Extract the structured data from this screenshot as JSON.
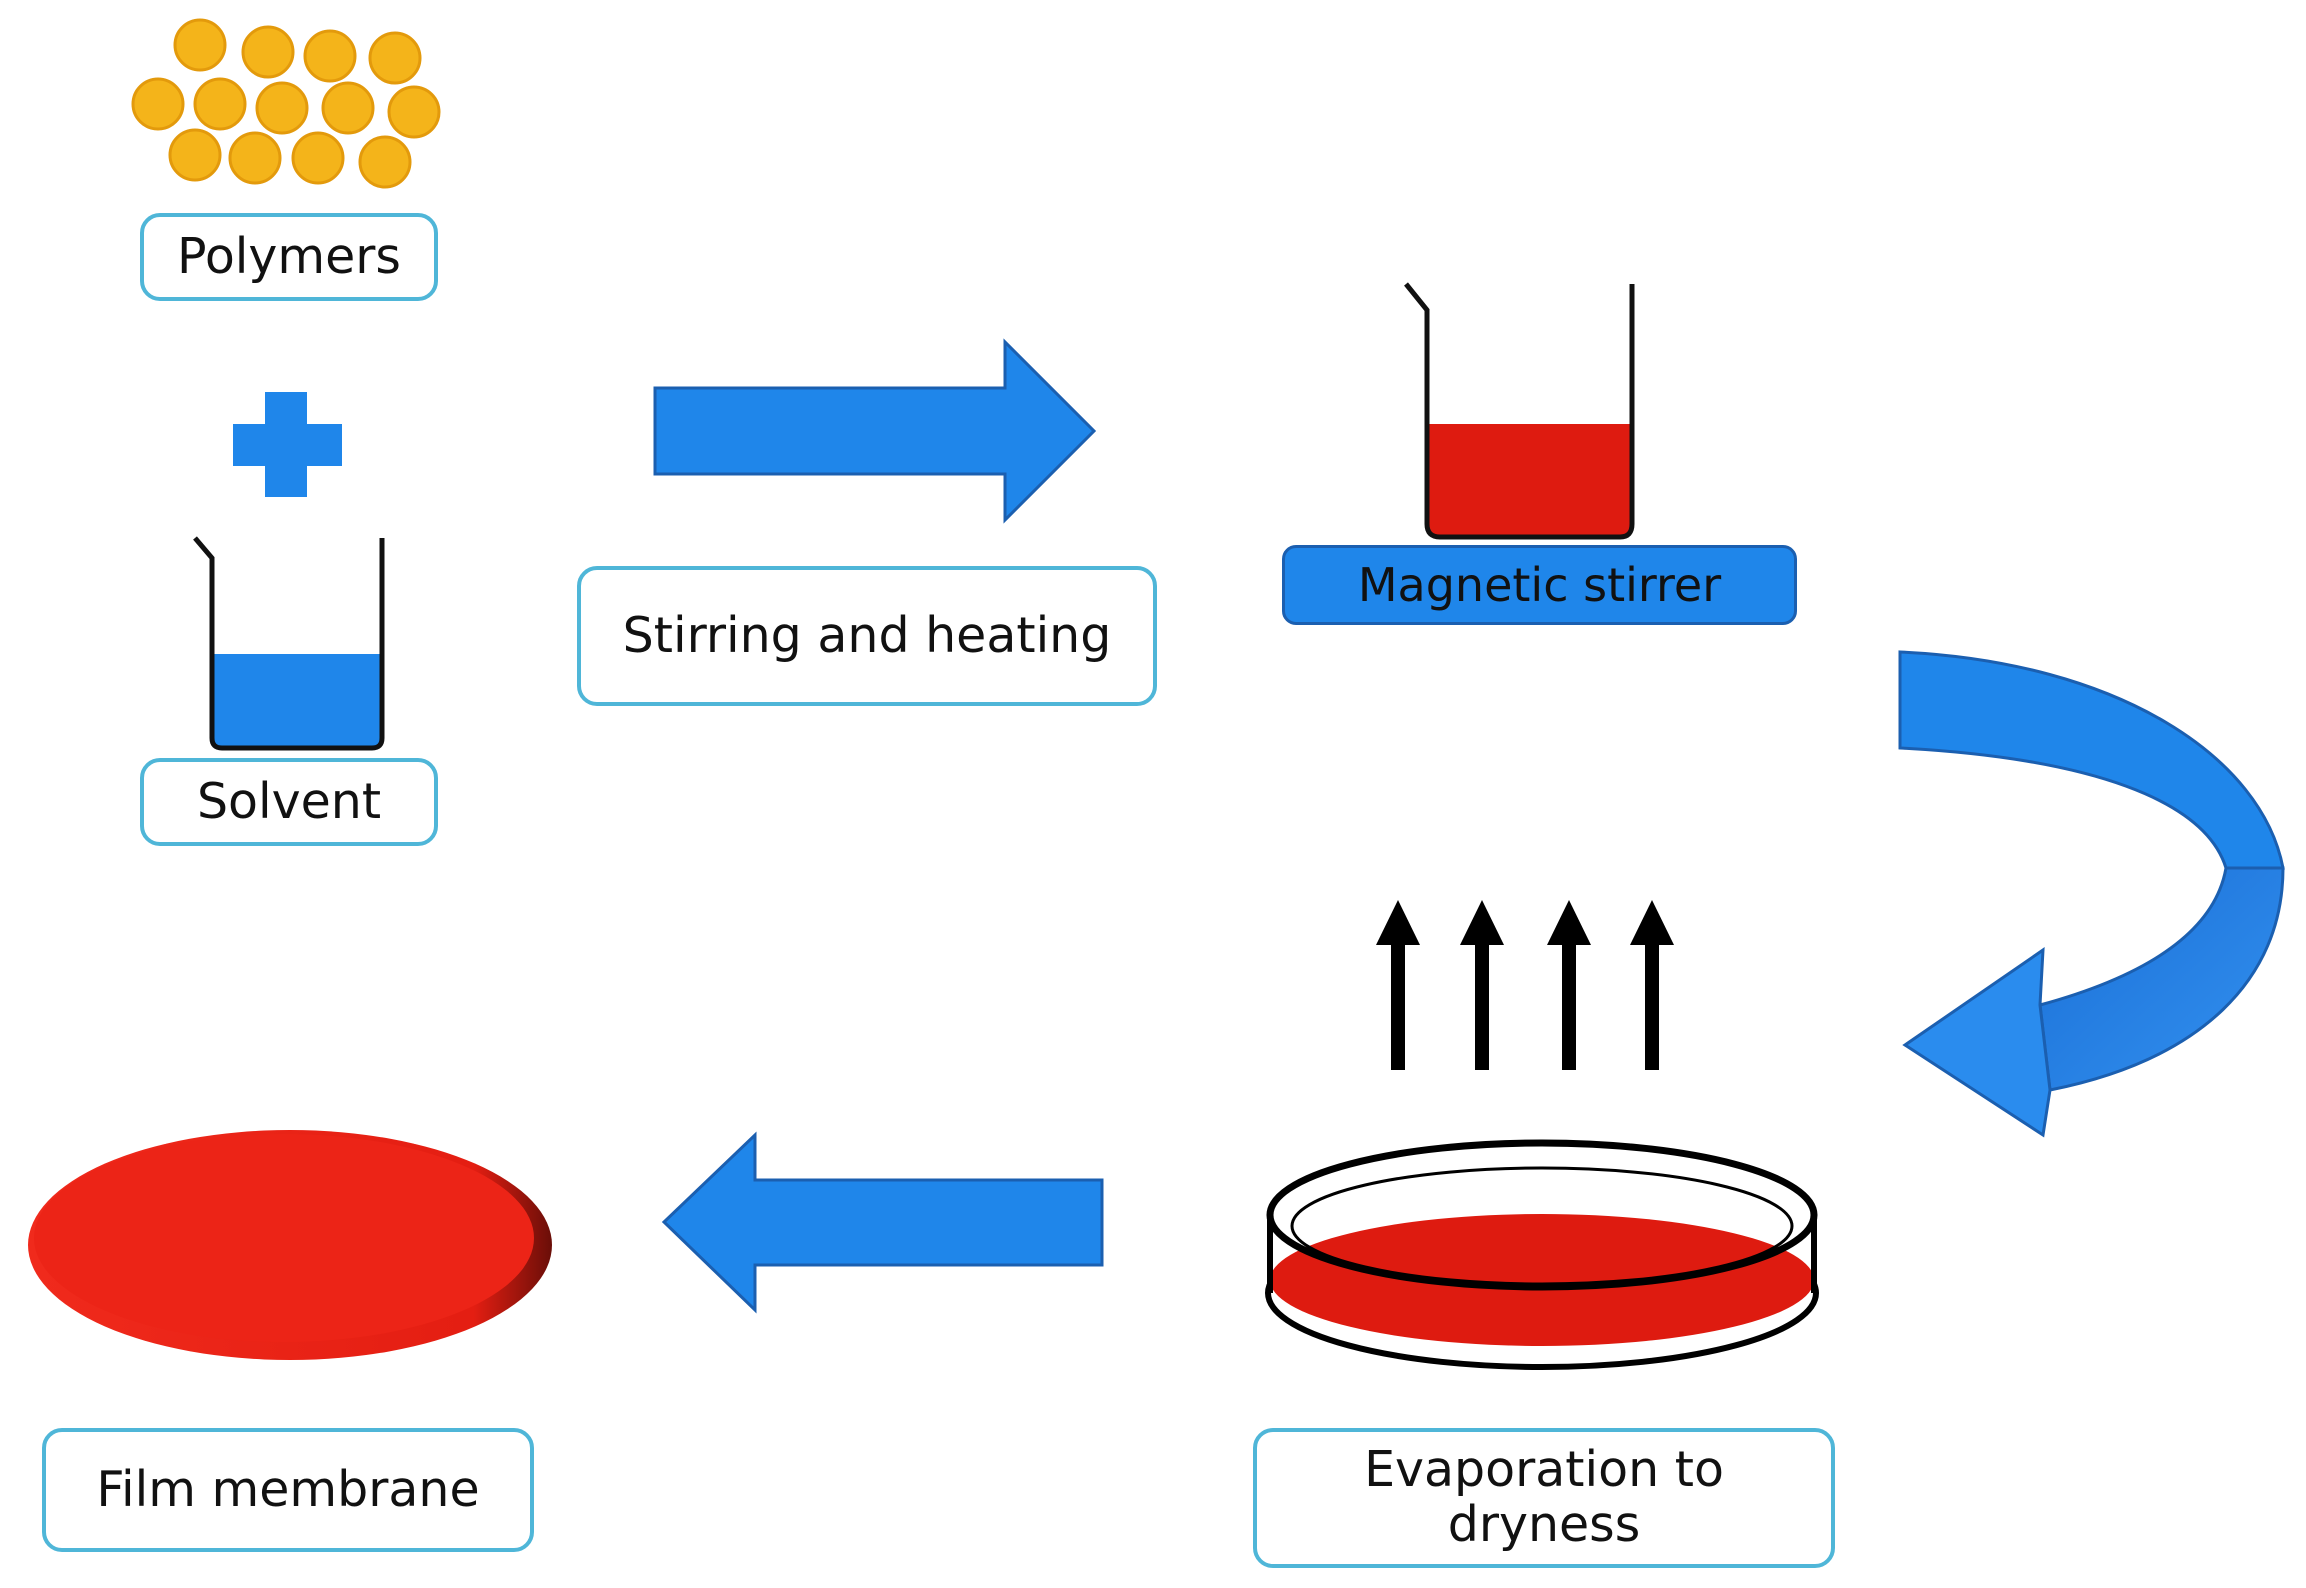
{
  "labels": {
    "polymers": "Polymers",
    "solvent": "Solvent",
    "stirring": "Stirring and heating",
    "magnetic_stirrer": "Magnetic stirrer",
    "evaporation": "Evaporation to dryness",
    "film_membrane": "Film membrane"
  },
  "colors": {
    "box_border": "#4fb6d8",
    "polymer_bead": "#f4b41a",
    "solvent_fill": "#1f86ea",
    "solution_fill": "#de1b10",
    "arrow_blue": "#1f86ea",
    "membrane_red": "#ec2417"
  },
  "icons": {
    "plus": "plus-icon",
    "beaker": "beaker-icon",
    "vapor": "up-arrow-icon"
  }
}
